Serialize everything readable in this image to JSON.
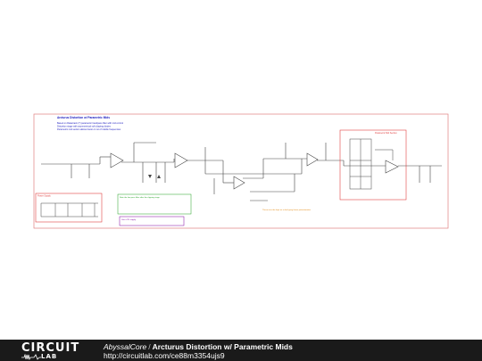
{
  "schematic": {
    "title": "Arcturus Distortion w/ Parametric Mids",
    "notes": {
      "blue_description": [
        "Based on Rakarrack (?) parametric bandpass filter with mid control",
        "Distortion stage with asymmetrical soft clipping diodes",
        "Parametric mid section allows boost or cut of middle frequencies"
      ],
      "green_note": "Note the low pass filter after the clipping stage",
      "orange_note": "These must be kept as a dual gang linear potentiometer",
      "purple_note": "Use a 9V supply"
    },
    "power_box_label": "Power Supply",
    "eq_box_label": "Parametric Mid Section"
  },
  "footer": {
    "logo_top": "CIRCUIT",
    "logo_bottom": "LAB",
    "author": "AbyssalCore",
    "separator": "/",
    "project_title": "Arcturus Distortion w/ Parametric Mids",
    "url": "http://circuitlab.com/ce88m3354ujs9"
  },
  "colors": {
    "wire": "#444444",
    "title_blue": "#2020c0",
    "note_green": "#20a020",
    "note_orange": "#e08000",
    "note_purple": "#8000a0",
    "box_red": "#e04040",
    "frame": "#e08080",
    "footer_bg": "#1a1a1a"
  }
}
